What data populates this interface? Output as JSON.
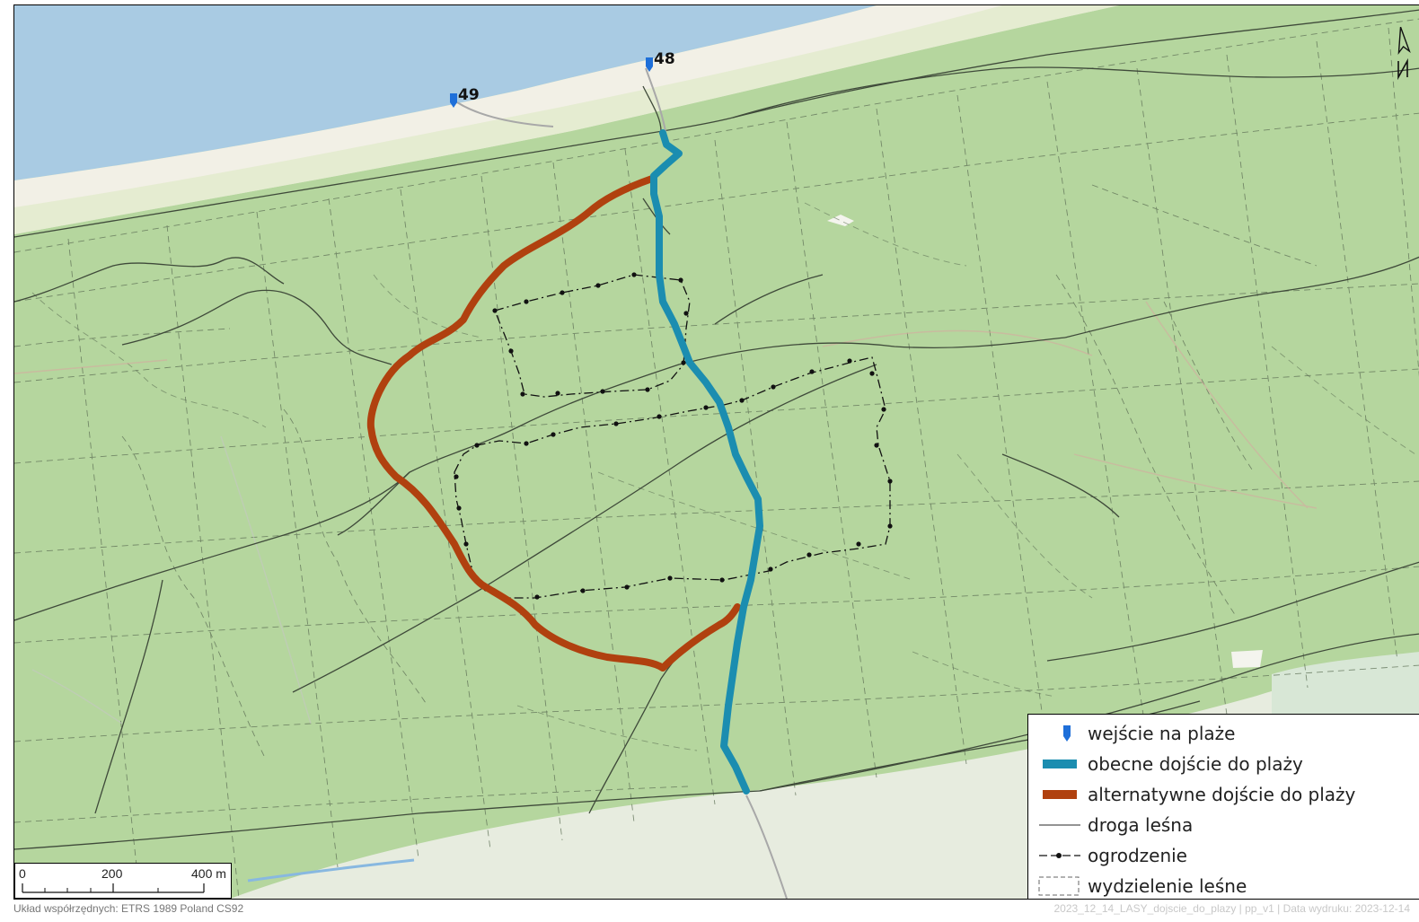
{
  "map": {
    "beach_entrances": [
      {
        "label": "48"
      },
      {
        "label": "49"
      }
    ],
    "colors": {
      "sea": "#a9cbe3",
      "beach": "#f2f0e6",
      "forest": "#b5d69e",
      "open_land": "#e7ecdf",
      "current_path": "#1b8db0",
      "alternative_path": "#b0410f",
      "marker": "#1e6fd9"
    }
  },
  "legend": {
    "items": [
      {
        "symbol": "marker-icon",
        "label": "wejście na plaże"
      },
      {
        "symbol": "current-path-line",
        "label": "obecne dojście do plaży"
      },
      {
        "symbol": "alternative-path-line",
        "label": "alternatywne dojście do plaży"
      },
      {
        "symbol": "forest-road-line",
        "label": "droga leśna"
      },
      {
        "symbol": "fence-line",
        "label": "ogrodzenie"
      },
      {
        "symbol": "forest-division-box",
        "label": "wydzielenie leśne"
      }
    ]
  },
  "scalebar": {
    "labels": [
      "0",
      "200",
      "400 m"
    ]
  },
  "footer": {
    "crs": "Układ współrzędnych: ETRS 1989 Poland CS92",
    "print_info": "2023_12_14_LASY_dojscie_do_plazy | pp_v1 | Data wydruku: 2023-12-14"
  }
}
